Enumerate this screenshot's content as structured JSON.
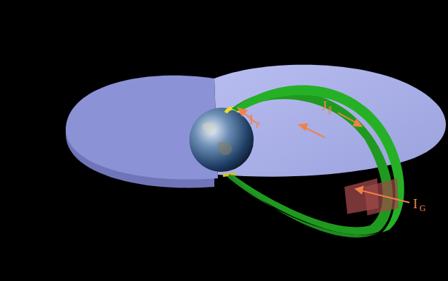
{
  "diagram": {
    "labels": [
      "I",
      "P",
      "J",
      "∥",
      "I",
      "G"
    ]
  }
}
